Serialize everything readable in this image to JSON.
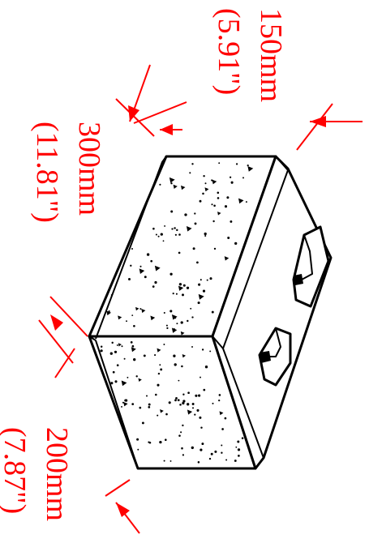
{
  "dimensions": {
    "height": {
      "metric": "150mm",
      "imperial": "(5.91\")"
    },
    "length": {
      "metric": "300mm",
      "imperial": "(11.81\")"
    },
    "width": {
      "metric": "200mm",
      "imperial": "(7.87\")"
    }
  },
  "colors": {
    "dimension": "#ff0000",
    "outline": "#000000",
    "background": "#ffffff"
  }
}
